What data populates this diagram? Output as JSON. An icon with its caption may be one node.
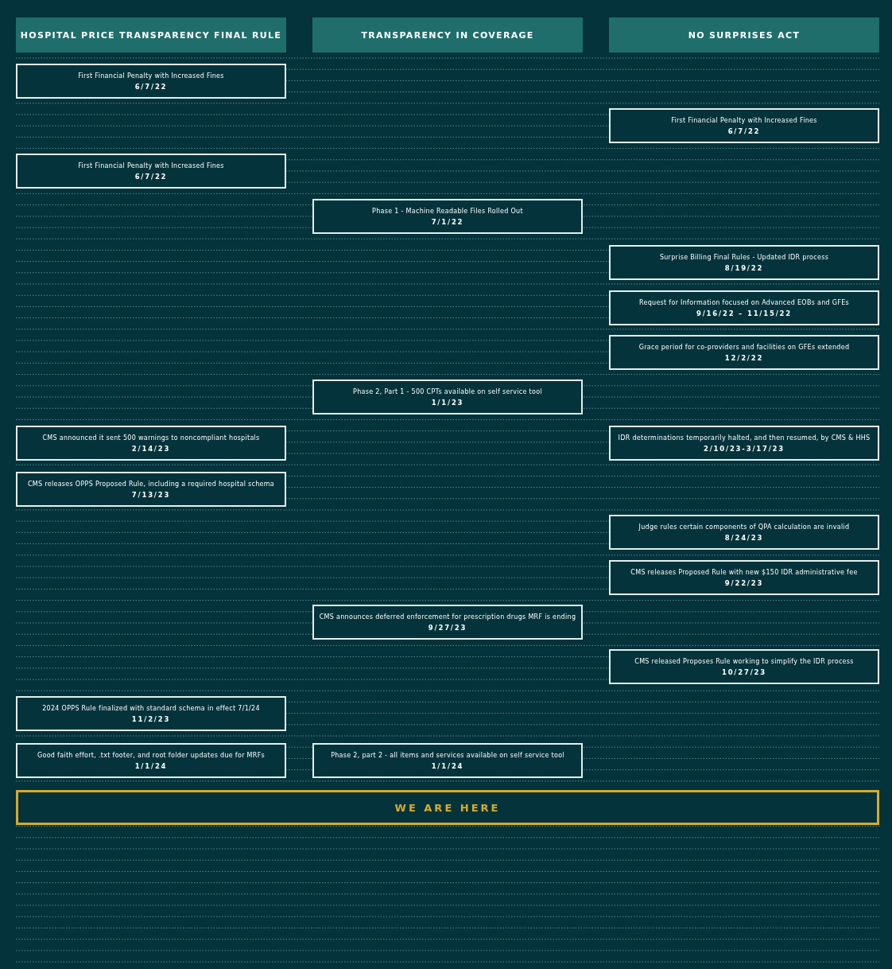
{
  "diagram": {
    "nodes": [
      {
        "text": [
          "HOSPITAL PRICE TRANSPARENCY FINAL RULE"
        ]
      },
      {
        "text": [
          "TRANSPARENCY IN COVERAGE"
        ]
      },
      {
        "text": [
          "NO SURPRISES ACT"
        ]
      },
      {
        "text": [
          "First Financial Penalty with Increased Fines",
          "6/7/22"
        ]
      },
      {
        "text": [
          "First Financial Penalty with Increased Fines",
          "6/7/22"
        ]
      },
      {
        "text": [
          "First Financial Penalty with Increased Fines",
          "6/7/22"
        ]
      },
      {
        "text": [
          "Phase 1 - Machine Readable Files Rolled Out",
          "7/1/22"
        ]
      },
      {
        "text": [
          "Surprise Billing Final Rules - Updated IDR process",
          "8/19/22"
        ]
      },
      {
        "text": [
          "Request for Information focused on Advanced EOBs and GFEs",
          "9/16/22 – 11/15/22"
        ]
      },
      {
        "text": [
          "Grace period for co-providers and facilities on GFEs extended",
          "12/2/22"
        ]
      },
      {
        "text": [
          "Phase 2, Part 1 - 500 CPTs available on self service tool",
          "1/1/23"
        ]
      },
      {
        "text": [
          "CMS announced it sent 500 warnings to noncompliant hospitals",
          "2/14/23"
        ]
      },
      {
        "text": [
          "IDR determinations temporarily halted, and then resumed, by CMS & HHS",
          "2/10/23-3/17/23"
        ]
      },
      {
        "text": [
          "CMS releases OPPS Proposed Rule, including a required hospital schema",
          "7/13/23"
        ]
      },
      {
        "text": [
          "Judge rules certain components of QPA calculation are invalid",
          "8/24/23"
        ]
      },
      {
        "text": [
          "CMS releases Proposed Rule with new $150 IDR administrative fee",
          "9/22/23"
        ]
      },
      {
        "text": [
          "CMS announces deferred enforcement for prescription drugs MRF is ending",
          "9/27/23"
        ]
      },
      {
        "text": [
          "CMS released Proposes Rule working to simplify the IDR process",
          "10/27/23"
        ]
      },
      {
        "text": [
          "2024 OPPS Rule finalized with standard schema in effect 7/1/24",
          "11/2/23"
        ]
      },
      {
        "text": [
          "Good faith effort, .txt footer, and root folder updates due for MRFs",
          "1/1/24"
        ]
      },
      {
        "text": [
          "Phase 2, part 2 - all items and services available on self service tool",
          "1/1/24"
        ]
      },
      {
        "text": [
          "WE ARE HERE"
        ]
      }
    ],
    "edges": []
  }
}
